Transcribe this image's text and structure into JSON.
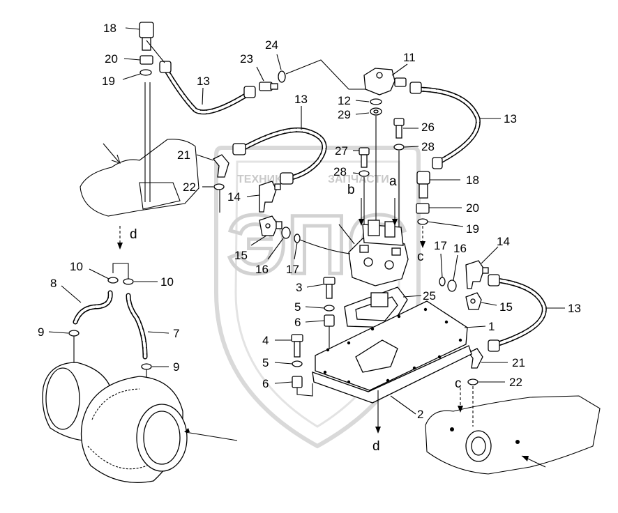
{
  "watermark": {
    "text_left": "ТЕХНИКА",
    "text_right": "ЗАПЧАСТИ",
    "logo": "ЭПС",
    "color": "#cfcfcf"
  },
  "callouts": [
    {
      "id": "c-18a",
      "text": "18"
    },
    {
      "id": "c-20a",
      "text": "20"
    },
    {
      "id": "c-19a",
      "text": "19"
    },
    {
      "id": "c-13a",
      "text": "13"
    },
    {
      "id": "c-23",
      "text": "23"
    },
    {
      "id": "c-24",
      "text": "24"
    },
    {
      "id": "c-11",
      "text": "11"
    },
    {
      "id": "c-12",
      "text": "12"
    },
    {
      "id": "c-29",
      "text": "29"
    },
    {
      "id": "c-13b",
      "text": "13"
    },
    {
      "id": "c-13c",
      "text": "13"
    },
    {
      "id": "c-26",
      "text": "26"
    },
    {
      "id": "c-28a",
      "text": "28"
    },
    {
      "id": "c-27",
      "text": "27"
    },
    {
      "id": "c-28b",
      "text": "28"
    },
    {
      "id": "c-21a",
      "text": "21"
    },
    {
      "id": "c-22a",
      "text": "22"
    },
    {
      "id": "c-14a",
      "text": "14"
    },
    {
      "id": "c-b",
      "text": "b"
    },
    {
      "id": "c-a",
      "text": "a"
    },
    {
      "id": "c-18b",
      "text": "18"
    },
    {
      "id": "c-20b",
      "text": "20"
    },
    {
      "id": "c-19b",
      "text": "19"
    },
    {
      "id": "c-c1",
      "text": "c"
    },
    {
      "id": "c-15a",
      "text": "15"
    },
    {
      "id": "c-16a",
      "text": "16"
    },
    {
      "id": "c-17a",
      "text": "17"
    },
    {
      "id": "c-d1",
      "text": "d"
    },
    {
      "id": "c-10a",
      "text": "10"
    },
    {
      "id": "c-10b",
      "text": "10"
    },
    {
      "id": "c-8",
      "text": "8"
    },
    {
      "id": "c-3",
      "text": "3"
    },
    {
      "id": "c-5a",
      "text": "5"
    },
    {
      "id": "c-6a",
      "text": "6"
    },
    {
      "id": "c-17b",
      "text": "17"
    },
    {
      "id": "c-16b",
      "text": "16"
    },
    {
      "id": "c-14b",
      "text": "14"
    },
    {
      "id": "c-25",
      "text": "25"
    },
    {
      "id": "c-1",
      "text": "1"
    },
    {
      "id": "c-15b",
      "text": "15"
    },
    {
      "id": "c-13d",
      "text": "13"
    },
    {
      "id": "c-9a",
      "text": "9"
    },
    {
      "id": "c-7",
      "text": "7"
    },
    {
      "id": "c-4",
      "text": "4"
    },
    {
      "id": "c-9b",
      "text": "9"
    },
    {
      "id": "c-5b",
      "text": "5"
    },
    {
      "id": "c-6b",
      "text": "6"
    },
    {
      "id": "c-21b",
      "text": "21"
    },
    {
      "id": "c-c2",
      "text": "c"
    },
    {
      "id": "c-22b",
      "text": "22"
    },
    {
      "id": "c-2",
      "text": "2"
    },
    {
      "id": "c-d2",
      "text": "d"
    }
  ]
}
